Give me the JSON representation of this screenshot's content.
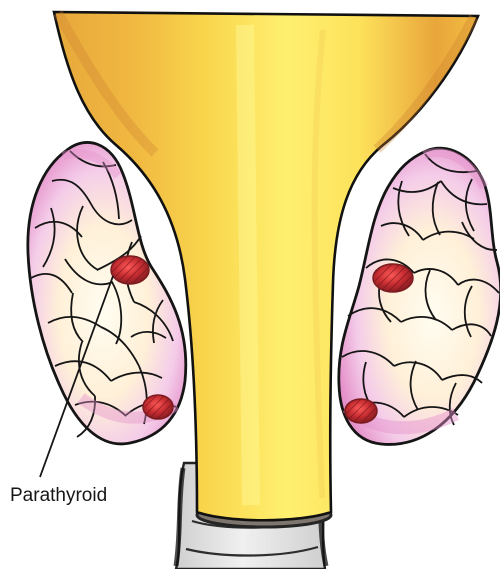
{
  "diagram": {
    "labels": {
      "parathyroid": "Parathyroid"
    },
    "colors": {
      "background": "#ffffff",
      "larynx_orange": "#e7a93b",
      "larynx_yellow": "#f7df54",
      "thyroid_pink": "#f5c8e8",
      "thyroid_cream": "#fff6d9",
      "parathyroid_red": "#b82a2f",
      "outline": "#151515",
      "trachea_gray": "#d8d8d8",
      "trachea_shadow": "#7d756e"
    },
    "structures": [
      {
        "name": "larynx",
        "icon": "funnel-larynx-icon"
      },
      {
        "name": "thyroid-lobe-left",
        "icon": "pink-lobe-icon"
      },
      {
        "name": "thyroid-lobe-right",
        "icon": "pink-lobe-icon"
      },
      {
        "name": "parathyroid-glands",
        "icon": "red-gland-icon",
        "count": 4
      },
      {
        "name": "trachea",
        "icon": "trachea-icon"
      }
    ]
  }
}
